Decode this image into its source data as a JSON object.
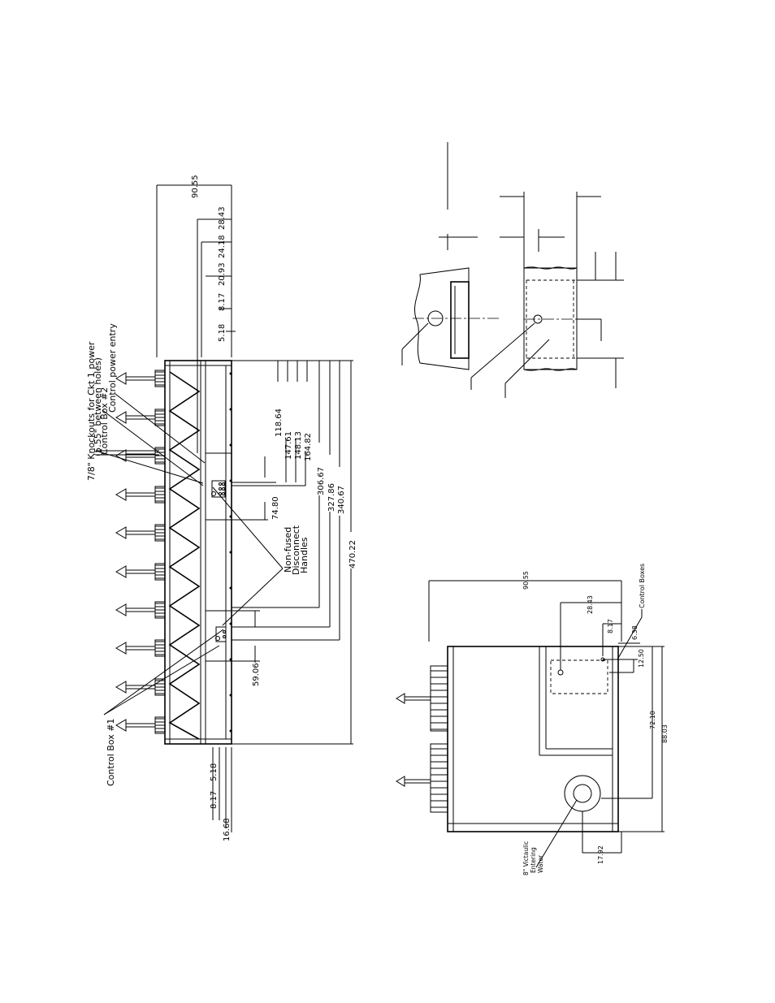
{
  "main_view": {
    "labels": {
      "knockouts_line1": "7/8\" Knockouts for Ckt 1 power",
      "knockouts_line2": "(5.55\" between holes)",
      "control_box_2": "Control Box #2",
      "control_power_entry": "Control power entry",
      "control_box_1": "Control Box #1",
      "non_fused_1": "Non-fused",
      "non_fused_2": "Disconnect",
      "non_fused_3": "Handles"
    },
    "top_dims": [
      "90.55",
      "28.43",
      "24.18",
      "20.93",
      "8.17",
      "5.18"
    ],
    "bottom_dims": [
      "5.18",
      "8.17",
      "16.68"
    ],
    "right_dims": [
      "118.64",
      "147.61",
      "148.13",
      "164.82",
      "74.80",
      "306.67",
      "327.86",
      "340.67",
      "470.22",
      "59.06"
    ]
  },
  "plan_view": {
    "labels": {
      "control_boxes": "Control Boxes",
      "victaulic_1": "8\" Victaulic",
      "victaulic_2": "Entering",
      "victaulic_3": "Water"
    },
    "dims": [
      "90.55",
      "28.43",
      "8.17",
      "6.38",
      "12.50",
      "72.10",
      "88.03",
      "17.92"
    ]
  }
}
